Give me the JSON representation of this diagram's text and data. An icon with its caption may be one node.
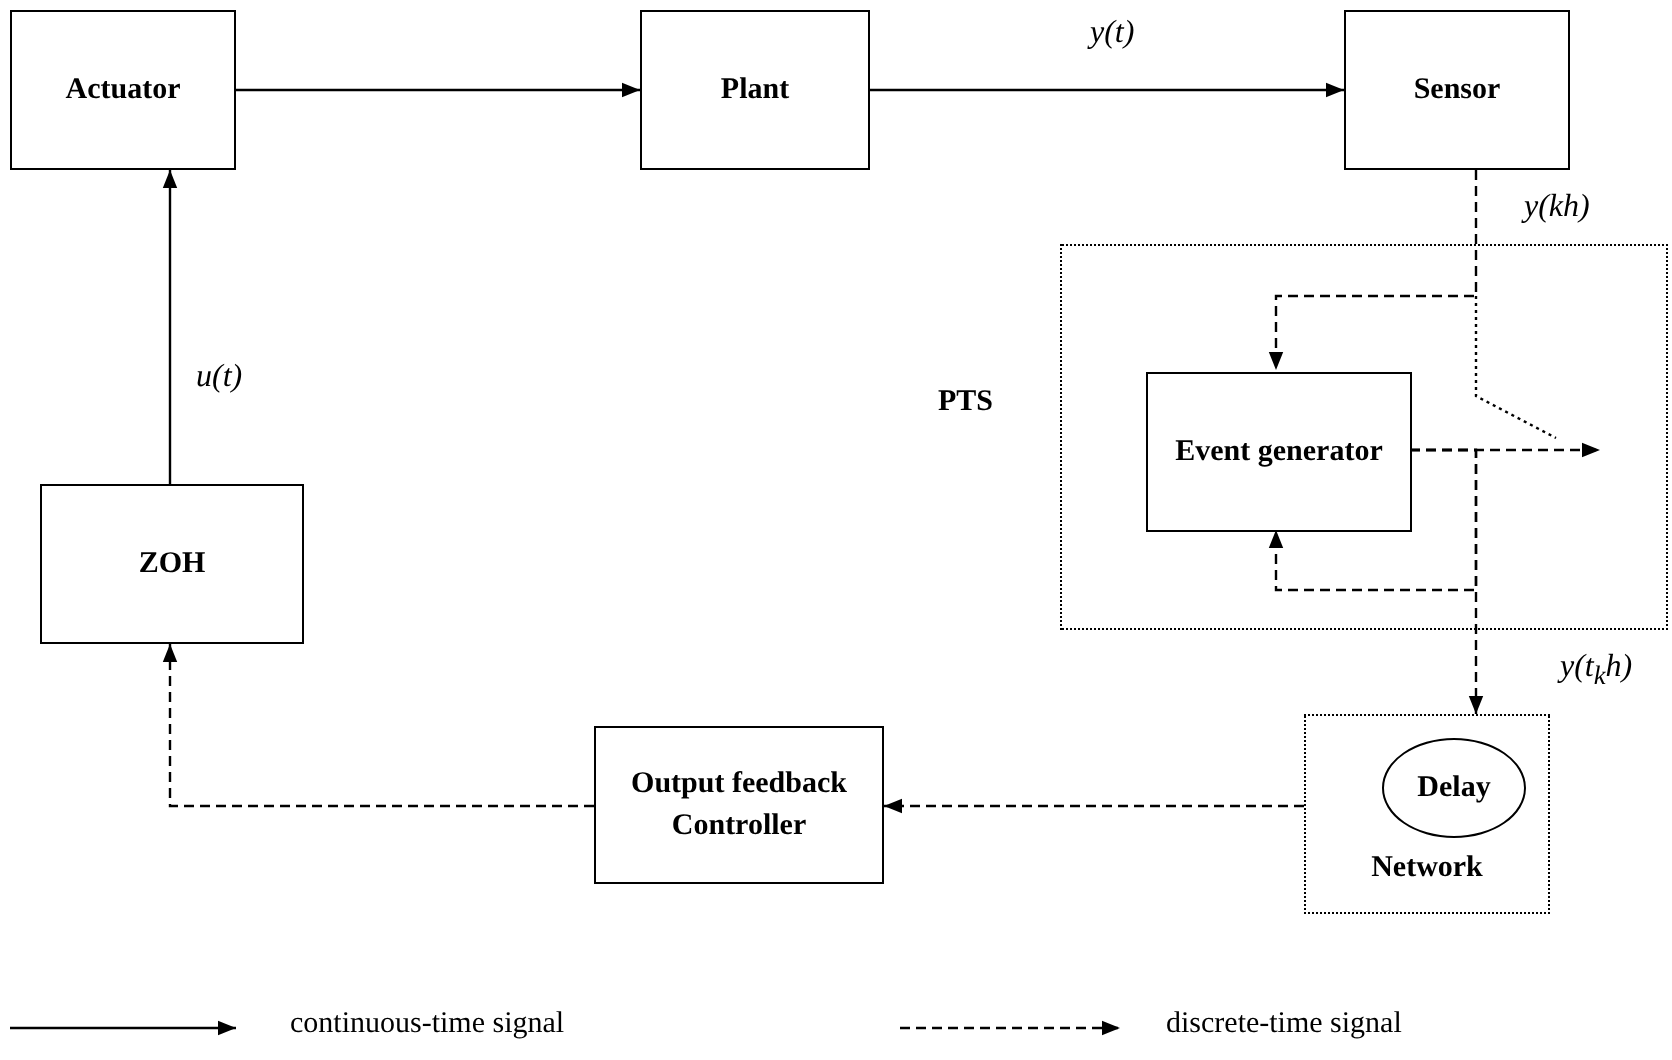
{
  "diagram": {
    "nodes": [
      {
        "text": [
          "Actuator"
        ]
      },
      {
        "text": [
          "Plant"
        ]
      },
      {
        "text": [
          "Sensor"
        ]
      },
      {
        "text": [
          "PTS"
        ]
      },
      {
        "text": [
          "Event generator"
        ],
        "in": 3
      },
      {
        "text": [
          "Network"
        ]
      },
      {
        "text": [
          "Delay"
        ],
        "in": 5
      },
      {
        "text": [
          "Output feedback Controller"
        ]
      },
      {
        "text": [
          "ZOH"
        ]
      }
    ],
    "edges": [
      {
        "from": 0,
        "to": 1,
        "arrow": "to"
      },
      {
        "from": 1,
        "to": 2,
        "arrow": "to",
        "label": "y(t)"
      },
      {
        "from": 8,
        "to": 0,
        "arrow": "to",
        "label": "u(t)"
      },
      {
        "from": 2,
        "to": 4,
        "arrow": "to",
        "label": "y(kh)",
        "style": "dashed"
      },
      {
        "from": 4,
        "to": null,
        "arrow": "to",
        "style": "dashed"
      },
      {
        "from": 4,
        "to": 5,
        "arrow": "to",
        "label": "y(t$_{k}$h)",
        "style": "dashed"
      },
      {
        "from": 4,
        "to": 4,
        "arrow": "to",
        "style": "dashed"
      },
      {
        "from": 5,
        "to": 7,
        "arrow": "to",
        "style": "dashed"
      },
      {
        "from": 7,
        "to": 8,
        "arrow": "to",
        "style": "dashed"
      }
    ],
    "legend": [
      {
        "text": "continuous-time signal"
      },
      {
        "text": "discrete-time signal"
      }
    ]
  }
}
